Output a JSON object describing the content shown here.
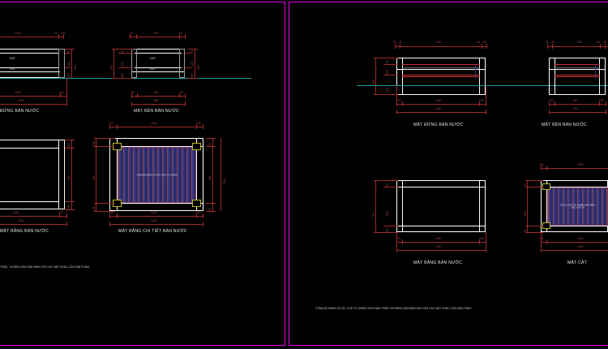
{
  "sheet": {
    "background_color": "#000000",
    "border_color": "#f000f0",
    "viewport_count": 2
  },
  "left_panel": {
    "views": [
      {
        "name": "front-elevation",
        "title": "ĐỨNG BÀN NƯỚC",
        "dims_top": [
          "1220",
          "40",
          "100"
        ],
        "dims_bottom": [
          "1240",
          "120",
          "1400"
        ],
        "dims_right": [
          "25",
          "120",
          "100",
          "450"
        ],
        "labels": [
          "1220x40",
          "MDF",
          "MDF"
        ]
      },
      {
        "name": "side-elevation",
        "title": "MẶT BÊN BÀN NƯỚC",
        "dims_top": [
          "40",
          "650",
          "40"
        ],
        "dims_bottom": [
          "50",
          "650",
          "50",
          "850"
        ],
        "dims_left": [
          "25",
          "120",
          "100",
          "450"
        ],
        "dims_right": [
          "25",
          "120",
          "100",
          "450"
        ]
      },
      {
        "name": "plan-view",
        "title": "MẶT BẰNG BÀN NƯỚC",
        "dims_bottom": [
          "1220",
          "120",
          "1400"
        ],
        "dims_right": [
          "100",
          "650",
          "100"
        ]
      },
      {
        "name": "detail-plan-view",
        "title": "MẶT BẰNG CHI TIẾT BÀN NƯỚC",
        "dims_top": [
          "120",
          "1240",
          "120"
        ],
        "dims_bottom": [
          "120",
          "1240",
          "120",
          "1400"
        ],
        "dims_left": [
          "100",
          "650",
          "100"
        ],
        "dims_right": [
          "50",
          "650",
          "50",
          "820"
        ],
        "hatch_label": "TOÀN BỘ BẰNG GỖ ÓC CHÓ TỰ NHIÊN"
      }
    ],
    "note": "TRẤN . N ĐIỂM CẤM BẮN ĐINH LÊN CÁC MẶT KHÁC CỦA SẢN PHẨM."
  },
  "right_panel": {
    "views": [
      {
        "name": "front-elevation",
        "title": "MẶT ĐỨNG BÀN NƯỚC",
        "dims_top": [
          "25",
          "45",
          "1250",
          "45",
          "25"
        ],
        "dims_bottom": [
          "100",
          "1250",
          "100",
          "1450"
        ],
        "dims_left": [
          "25",
          "200",
          "120",
          "450"
        ]
      },
      {
        "name": "side-elevation",
        "title": "MẶT BÊN BÀN NƯỚC",
        "dims_top": [
          "25",
          "45",
          "550",
          "45",
          "25"
        ],
        "dims_bottom": [
          "100",
          "550",
          "100",
          "750"
        ],
        "dims_right": [
          "25",
          "200",
          "120",
          "450"
        ]
      },
      {
        "name": "plan-view",
        "title": "MẶT BẰNG BÀN NƯỚC",
        "dims_bottom": [
          "100",
          "1250",
          "100",
          "1450"
        ],
        "dims_left": [
          "50",
          "550",
          "50",
          "750"
        ]
      },
      {
        "name": "section-view",
        "title": "MẶT CẮT",
        "dims_top": [
          "100",
          "1250"
        ],
        "dims_bottom": [
          "100",
          "1250",
          "1450"
        ],
        "dims_left": [
          "50",
          "550",
          "50"
        ],
        "hatch_label": "GỖ ÓC CHÓ TỰ NHIÊN SƠN MÀU\nCÁC + GỖ 20"
      }
    ],
    "note": "TOÀN BỘ BẰNG GỖ ÓC CHÓ TỰ NHIÊN SƠN MÀU TRÊN. NGHIÊM CẤM BẮN ĐINH LÊN CÁC MẶT KHÁC CỦA SẢN PHẨM."
  }
}
